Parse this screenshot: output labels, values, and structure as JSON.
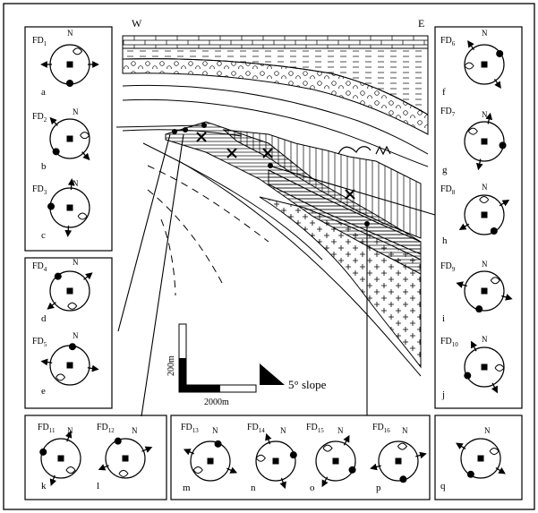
{
  "orientation": {
    "west": "W",
    "east": "E"
  },
  "scale": {
    "vertical_label": "200m",
    "horizontal_label": "2000m",
    "slope_label": "5° slope"
  },
  "north": "N",
  "stereonets": [
    {
      "fd": "FD",
      "sub": "1",
      "letter": "a"
    },
    {
      "fd": "FD",
      "sub": "2",
      "letter": "b"
    },
    {
      "fd": "FD",
      "sub": "3",
      "letter": "c"
    },
    {
      "fd": "FD",
      "sub": "4",
      "letter": "d"
    },
    {
      "fd": "FD",
      "sub": "5",
      "letter": "e"
    },
    {
      "fd": "FD",
      "sub": "6",
      "letter": "f"
    },
    {
      "fd": "FD",
      "sub": "7",
      "letter": "g"
    },
    {
      "fd": "FD",
      "sub": "8",
      "letter": "h"
    },
    {
      "fd": "FD",
      "sub": "9",
      "letter": "i"
    },
    {
      "fd": "FD",
      "sub": "10",
      "letter": "j"
    },
    {
      "fd": "FD",
      "sub": "11",
      "letter": "k"
    },
    {
      "fd": "FD",
      "sub": "12",
      "letter": "l"
    },
    {
      "fd": "FD",
      "sub": "13",
      "letter": "m"
    },
    {
      "fd": "FD",
      "sub": "14",
      "letter": "n"
    },
    {
      "fd": "FD",
      "sub": "15",
      "letter": "o"
    },
    {
      "fd": "FD",
      "sub": "16",
      "letter": "p"
    },
    {
      "fd": "",
      "sub": "",
      "letter": "q"
    }
  ]
}
